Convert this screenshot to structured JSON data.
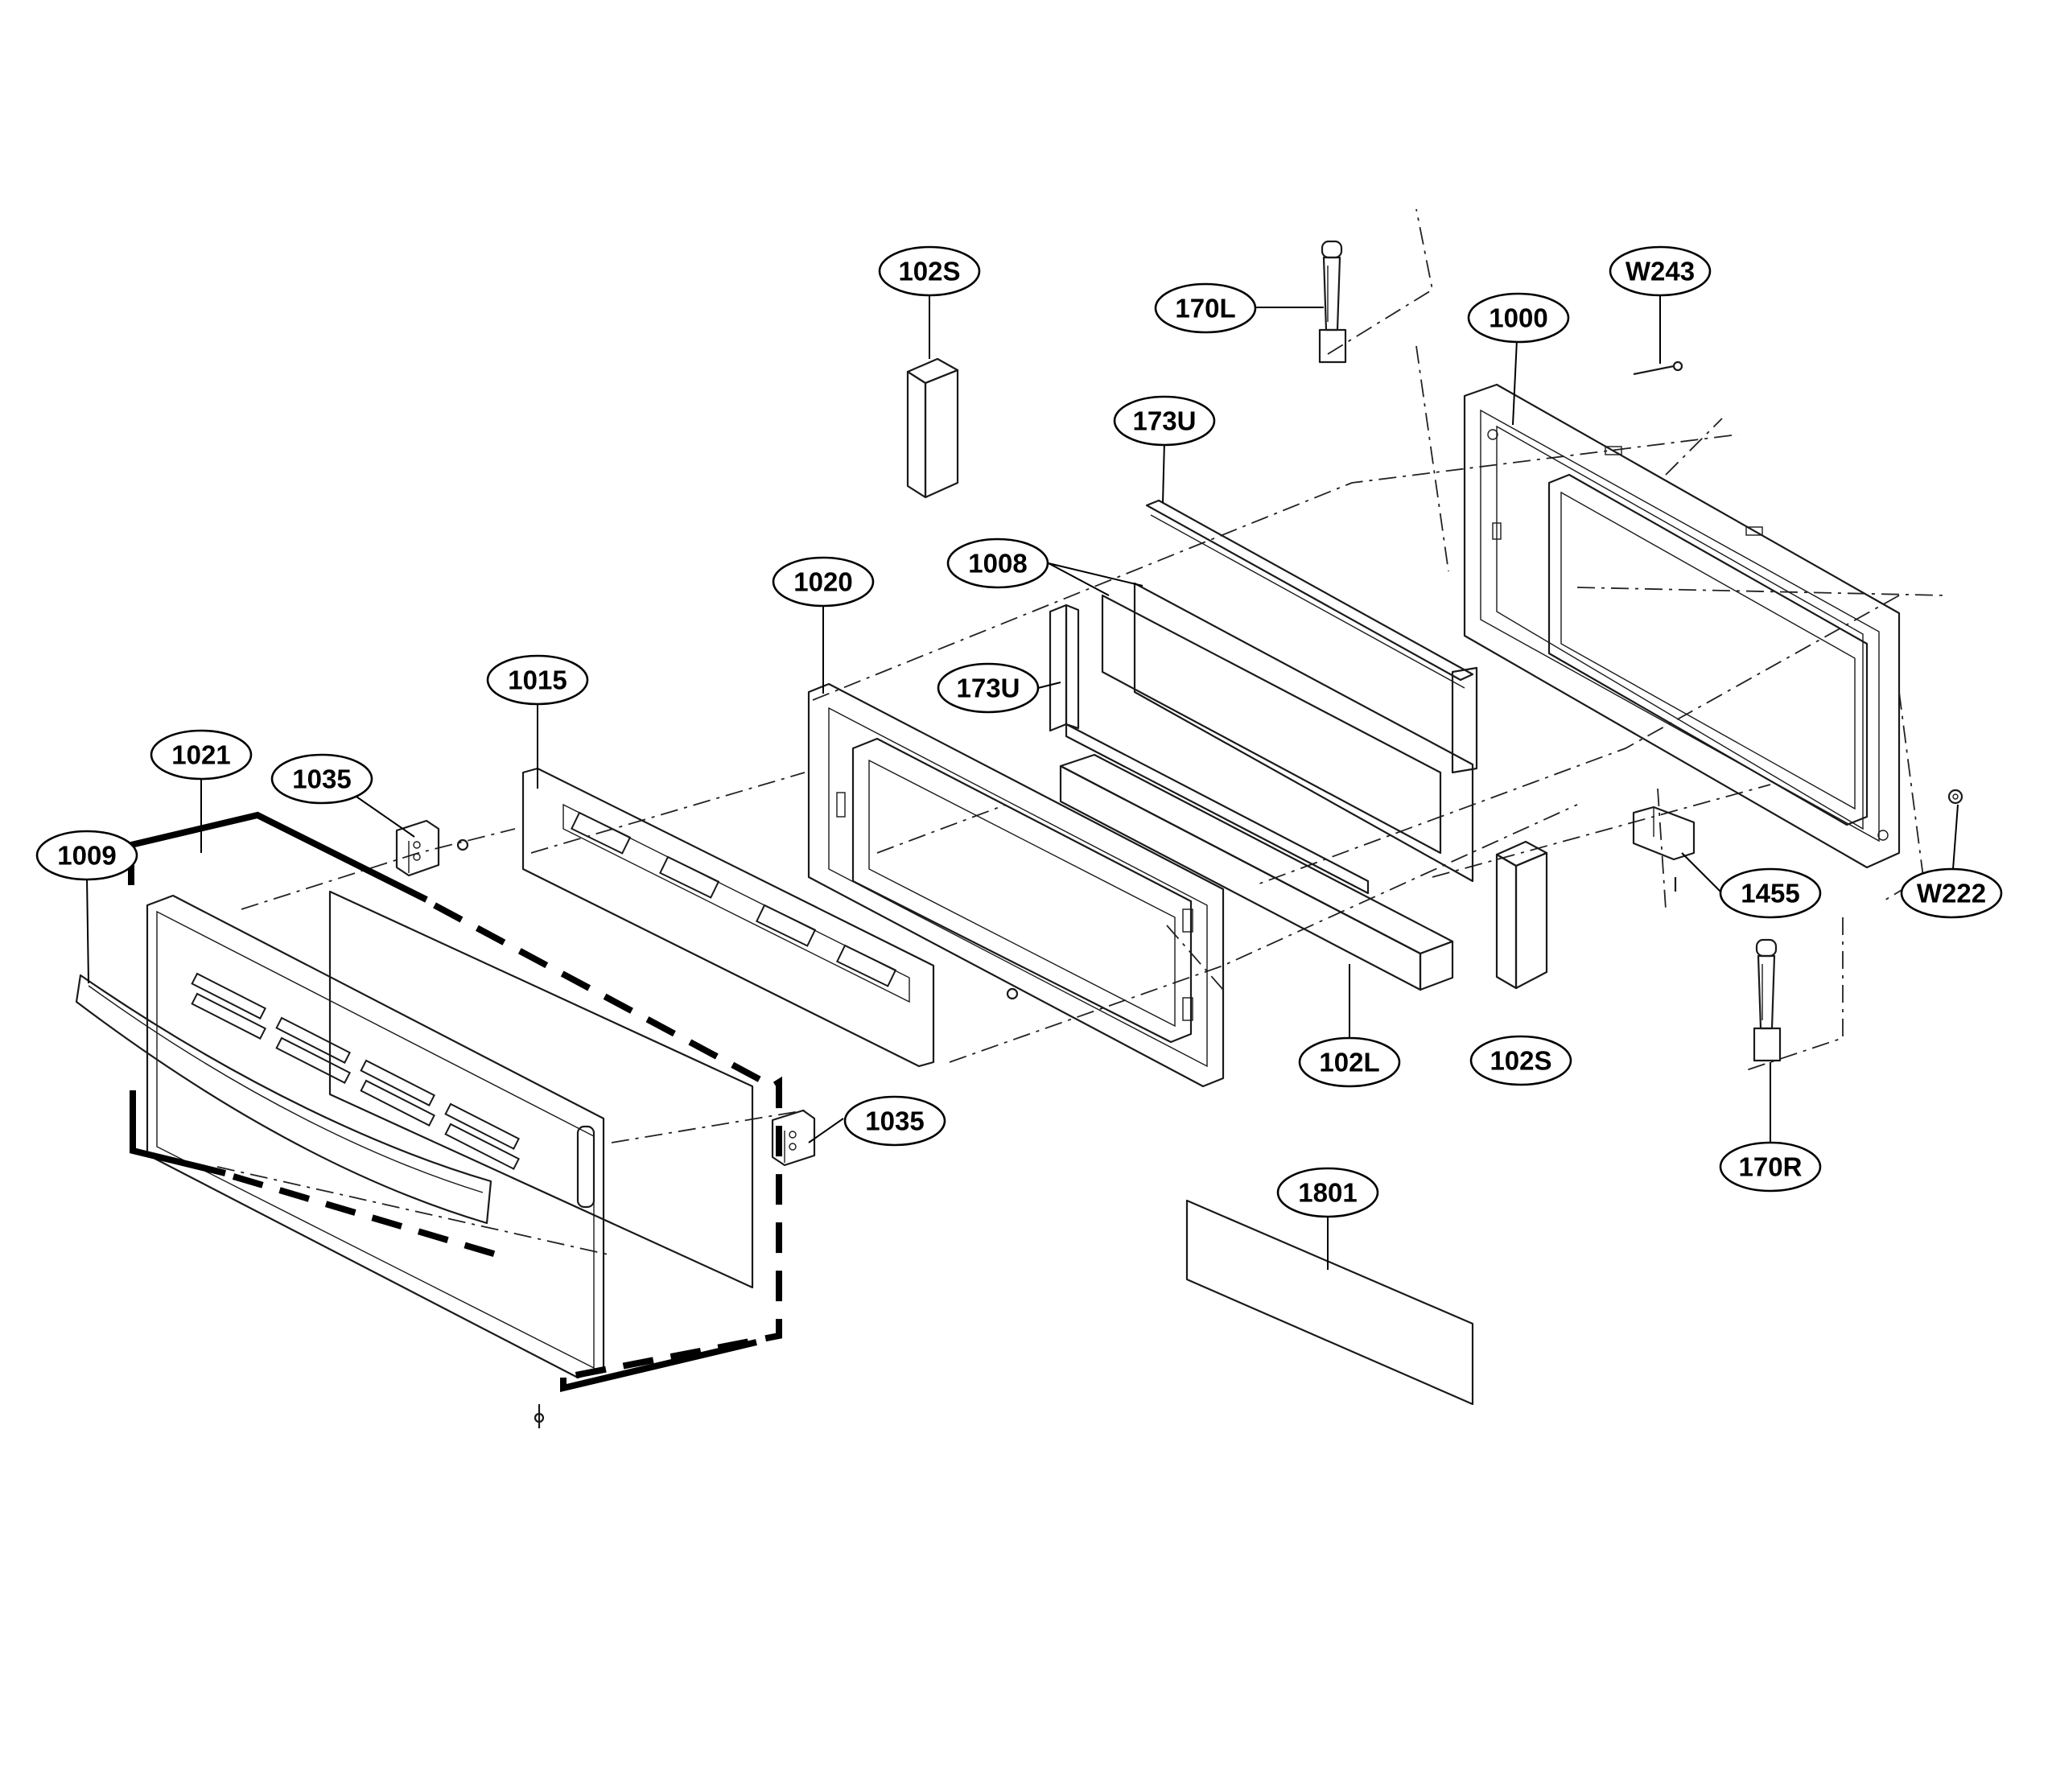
{
  "diagram": {
    "callouts": [
      {
        "id": "c-102s-top",
        "label": "102S"
      },
      {
        "id": "c-170l",
        "label": "170L"
      },
      {
        "id": "c-w243",
        "label": "W243"
      },
      {
        "id": "c-1000",
        "label": "1000"
      },
      {
        "id": "c-173u-top",
        "label": "173U"
      },
      {
        "id": "c-1008",
        "label": "1008"
      },
      {
        "id": "c-1020",
        "label": "1020"
      },
      {
        "id": "c-173u-mid",
        "label": "173U"
      },
      {
        "id": "c-1015",
        "label": "1015"
      },
      {
        "id": "c-1021",
        "label": "1021"
      },
      {
        "id": "c-1035-top",
        "label": "1035"
      },
      {
        "id": "c-1009",
        "label": "1009"
      },
      {
        "id": "c-1455",
        "label": "1455"
      },
      {
        "id": "c-w222",
        "label": "W222"
      },
      {
        "id": "c-102l",
        "label": "102L"
      },
      {
        "id": "c-102s-bottom",
        "label": "102S"
      },
      {
        "id": "c-1035-bottom",
        "label": "1035"
      },
      {
        "id": "c-170r",
        "label": "170R"
      },
      {
        "id": "c-1801",
        "label": "1801"
      }
    ]
  }
}
